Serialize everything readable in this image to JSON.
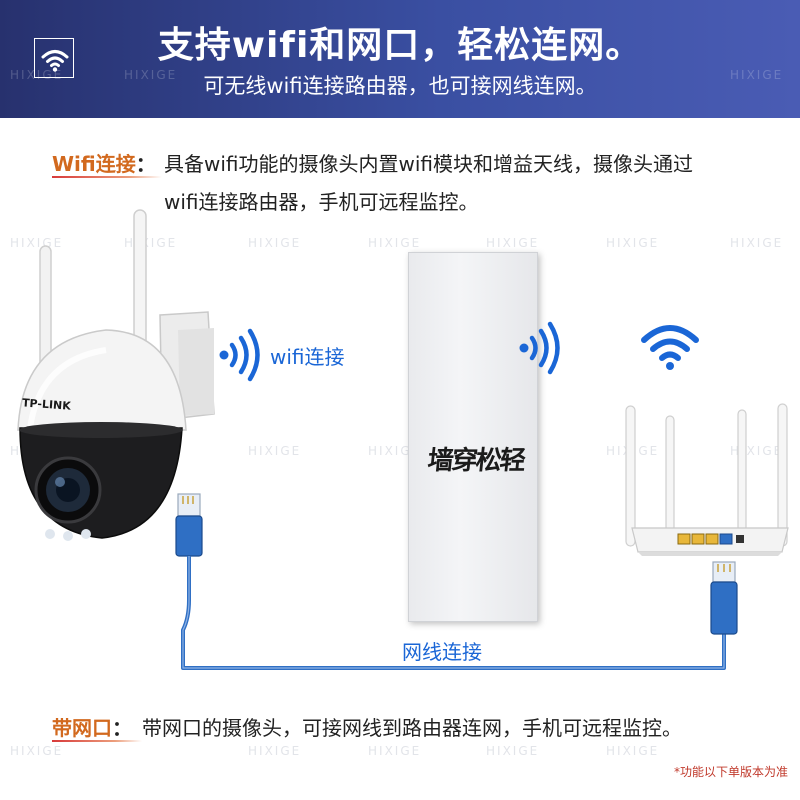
{
  "header": {
    "title": "支持wifi和网口，轻松连网。",
    "subtitle": "可无线wifi连接路由器，也可接网线连网。",
    "icon": "wifi-icon"
  },
  "watermark_text": "HIXIGE",
  "wifi_section": {
    "label": "Wifi连接",
    "colon": "：",
    "desc_line1": "具备wifi功能的摄像头内置wifi模块和增益天线，摄像头通过",
    "desc_line2": "wifi连接路由器，手机可远程监控。"
  },
  "diagram": {
    "camera_brand": "TP-LINK",
    "wifi_label": "wifi连接",
    "wall_text": "墙穿松轻",
    "cable_label": "网线连接"
  },
  "wired_section": {
    "label": "带网口",
    "colon": "：",
    "desc": "带网口的摄像头，可接网线到路由器连网，手机可远程监控。"
  },
  "footnote": "*功能以下单版本为准",
  "colors": {
    "header_bg": "#2e3c86",
    "label_orange": "#d2691e",
    "accent_blue": "#1a66d6",
    "cable_blue": "#2f6fc4"
  }
}
